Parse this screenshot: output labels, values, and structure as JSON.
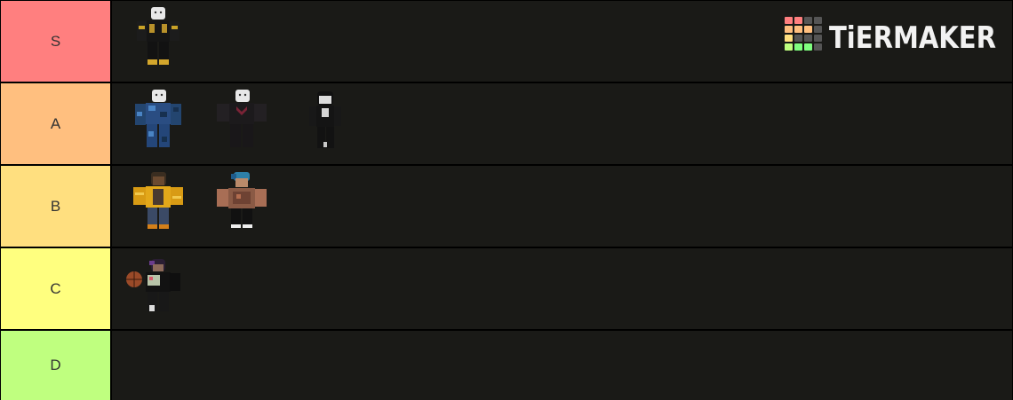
{
  "brand": {
    "name": "TiERMAKER"
  },
  "tiers": [
    {
      "label": "S",
      "color": "#ff7f7f",
      "items": [
        "avatar-gold-black-suit"
      ]
    },
    {
      "label": "A",
      "color": "#ffbf7f",
      "items": [
        "avatar-blue-camo",
        "avatar-black-red-suit",
        "avatar-black-hair-suit"
      ]
    },
    {
      "label": "B",
      "color": "#ffdf7f",
      "items": [
        "avatar-yellow-jacket",
        "avatar-blue-hair-brown-shirt"
      ]
    },
    {
      "label": "C",
      "color": "#ffff7f",
      "items": [
        "avatar-basketball-player"
      ]
    },
    {
      "label": "D",
      "color": "#bfff7f",
      "items": []
    }
  ]
}
